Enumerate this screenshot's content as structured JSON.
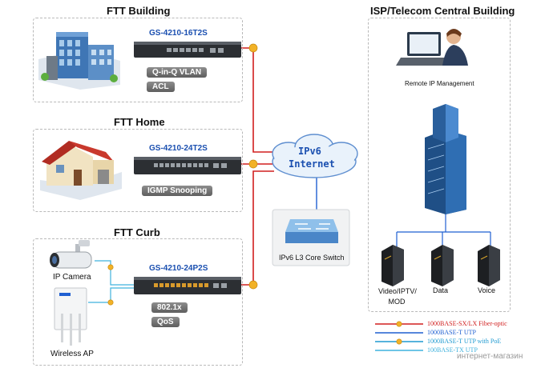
{
  "sections": {
    "building": {
      "title": "FTT Building",
      "model": "GS-4210-16T2S",
      "features": [
        "Q-in-Q VLAN",
        "ACL"
      ]
    },
    "home": {
      "title": "FTT Home",
      "model": "GS-4210-24T2S",
      "features": [
        "IGMP Snooping"
      ]
    },
    "curb": {
      "title": "FTT Curb",
      "model": "GS-4210-24P2S",
      "features": [
        "802.1x",
        "QoS"
      ],
      "devices": [
        "IP Camera",
        "Wireless AP"
      ]
    }
  },
  "isp": {
    "title": "ISP/Telecom Central Building",
    "remote_label": "Remote IP Management",
    "servers": [
      "Video/IPTV/\nMOD",
      "Data",
      "Voice"
    ]
  },
  "cloud": {
    "line1": "IPv6",
    "line2": "Internet"
  },
  "core_switch": {
    "label": "IPv6 L3 Core Switch"
  },
  "legend": [
    {
      "text": "1000BASE-SX/LX Fiber-optic",
      "color": "#d11f1f"
    },
    {
      "text": "1000BASE-T UTP",
      "color": "#1f5fd1"
    },
    {
      "text": "1000BASE-T UTP with PoE",
      "color": "#1f9ad1"
    },
    {
      "text": "100BASE-TX UTP",
      "color": "#3fb2dd"
    }
  ],
  "watermark": "интернет-магазин"
}
